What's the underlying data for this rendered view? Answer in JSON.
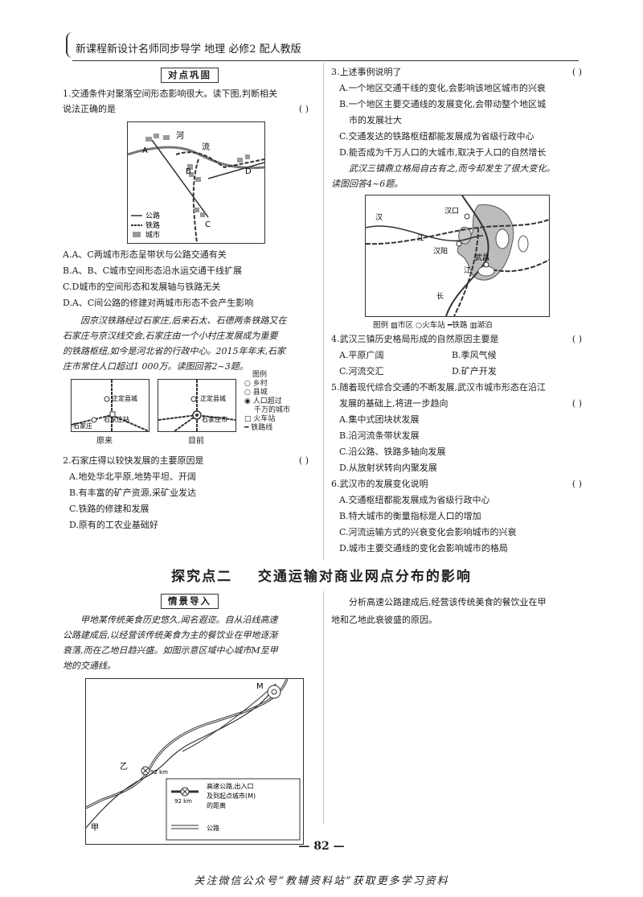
{
  "header": {
    "title": "新课程新设计名师同步导学  地理  必修2  配人教版"
  },
  "left": {
    "section_tag": "对点巩固",
    "q1": {
      "stem_line1": "1.交通条件对聚落空间形态影响很大。读下图,判断相关",
      "stem_line2": "说法正确的是",
      "paren": "(      )",
      "map": {
        "labels": [
          "A",
          "河",
          "流",
          "B",
          "D",
          "C"
        ],
        "legend": [
          "公路",
          "铁路",
          "城市"
        ]
      },
      "options": [
        "A.A、C两城市形态呈带状与公路交通有关",
        "B.A、B、C城市空间形态沿水运交通干线扩展",
        "C.D城市的空间形态和发展轴与铁路无关",
        "D.A、C间公路的修建对两城市形态不会产生影响"
      ]
    },
    "passage2": [
      "因京汉铁路经过石家庄,后来石太、石德两条铁路又在",
      "石家庄与京汉线交会,石家庄由一个小村庄发展成为重要",
      "的铁路枢纽,如今是河北省的行政中心。2015年年末,石家",
      "庄市常住人口超过1 000万。读图回答2~3题。"
    ],
    "map2": {
      "left_labels": [
        "正定县城",
        "石家庄站",
        "石家庄"
      ],
      "left_caption": "原来",
      "right_labels": [
        "正定县城",
        "石家庄市"
      ],
      "right_caption": "目前",
      "legend_title": "图例",
      "legend": [
        "乡村",
        "县城",
        "人口超过",
        "千万的城市",
        "火车站",
        "铁路线"
      ]
    },
    "q2": {
      "stem": "2.石家庄得以较快发展的主要原因是",
      "paren": "(      )",
      "options": [
        "A.地处华北平原,地势平坦、开阔",
        "B.有丰富的矿产资源,采矿业发达",
        "C.铁路的修建和发展",
        "D.原有的工农业基础好"
      ]
    }
  },
  "right": {
    "q3": {
      "stem": "3.上述事例说明了",
      "paren": "(      )",
      "options": [
        "A.一个地区交通干线的变化,会影响该地区城市的兴衰",
        "B.一个地区主要交通线的发展变化,会带动整个地区城",
        "   市的发展壮大",
        "C.交通发达的铁路枢纽都能发展成为省级行政中心",
        "D.能否成为千万人口的大城市,取决于人口的自然增长"
      ]
    },
    "passage": [
      "武汉三镇鼎立格局自古有之,而今却发生了很大变化。",
      "读图回答4~6题。"
    ],
    "map": {
      "labels": [
        "汉口",
        "汉",
        "江",
        "汉阳",
        "江",
        "武昌",
        "长"
      ],
      "legend": "图例  ▨市区  ○火车站  ━铁路  ▥湖泊"
    },
    "q4": {
      "stem": "4.武汉三镇历史格局形成的自然原因主要是",
      "paren": "(      )",
      "options": [
        "A.平原广阔",
        "B.季风气候",
        "C.河流交汇",
        "D.矿产开发"
      ]
    },
    "q5": {
      "stem_line1": "5.随着现代综合交通的不断发展,武汉市城市形态在沿江",
      "stem_line2": "发展的基础上,将进一步趋向",
      "paren": "(      )",
      "options": [
        "A.集中式团块状发展",
        "B.沿河流条带状发展",
        "C.沿公路、铁路多轴向发展",
        "D.从放射状转向内聚发展"
      ]
    },
    "q6": {
      "stem": "6.武汉市的发展变化说明",
      "paren": "(      )",
      "options": [
        "A.交通枢纽都能发展成为省级行政中心",
        "B.特大城市的衡量指标是人口的增加",
        "C.河流运输方式的兴衰变化会影响城市的兴衰",
        "D.城市主要交通线的变化会影响城市的格局"
      ]
    }
  },
  "section2": {
    "heading": "探究点二    交通运输对商业网点分布的影响",
    "tag": "情景导入",
    "passage": [
      "甲地某传统美食历史悠久,闻名遐迩。自从沿线高速",
      "公路建成后,以经营该传统美食为主的餐饮业在甲地逐渐",
      "衰落,而在乙地日趋兴盛。如图示意区域中心城市M至甲",
      "地的交通线。"
    ],
    "map": {
      "labels": [
        "M",
        "乙",
        "92 km",
        "甲"
      ],
      "legend_line1": "高速公路,出入口",
      "legend_line2": "及到起点城市(M)",
      "legend_line3": "的距离",
      "legend_km": "92 km",
      "legend_road": "公路"
    },
    "question": [
      "分析高速公路建成后,经营该传统美食的餐饮业在甲",
      "地和乙地此衰彼盛的原因。"
    ]
  },
  "footer": {
    "page_number": "82",
    "note": "关注微信公众号“教辅资料站”获取更多学习资料"
  }
}
